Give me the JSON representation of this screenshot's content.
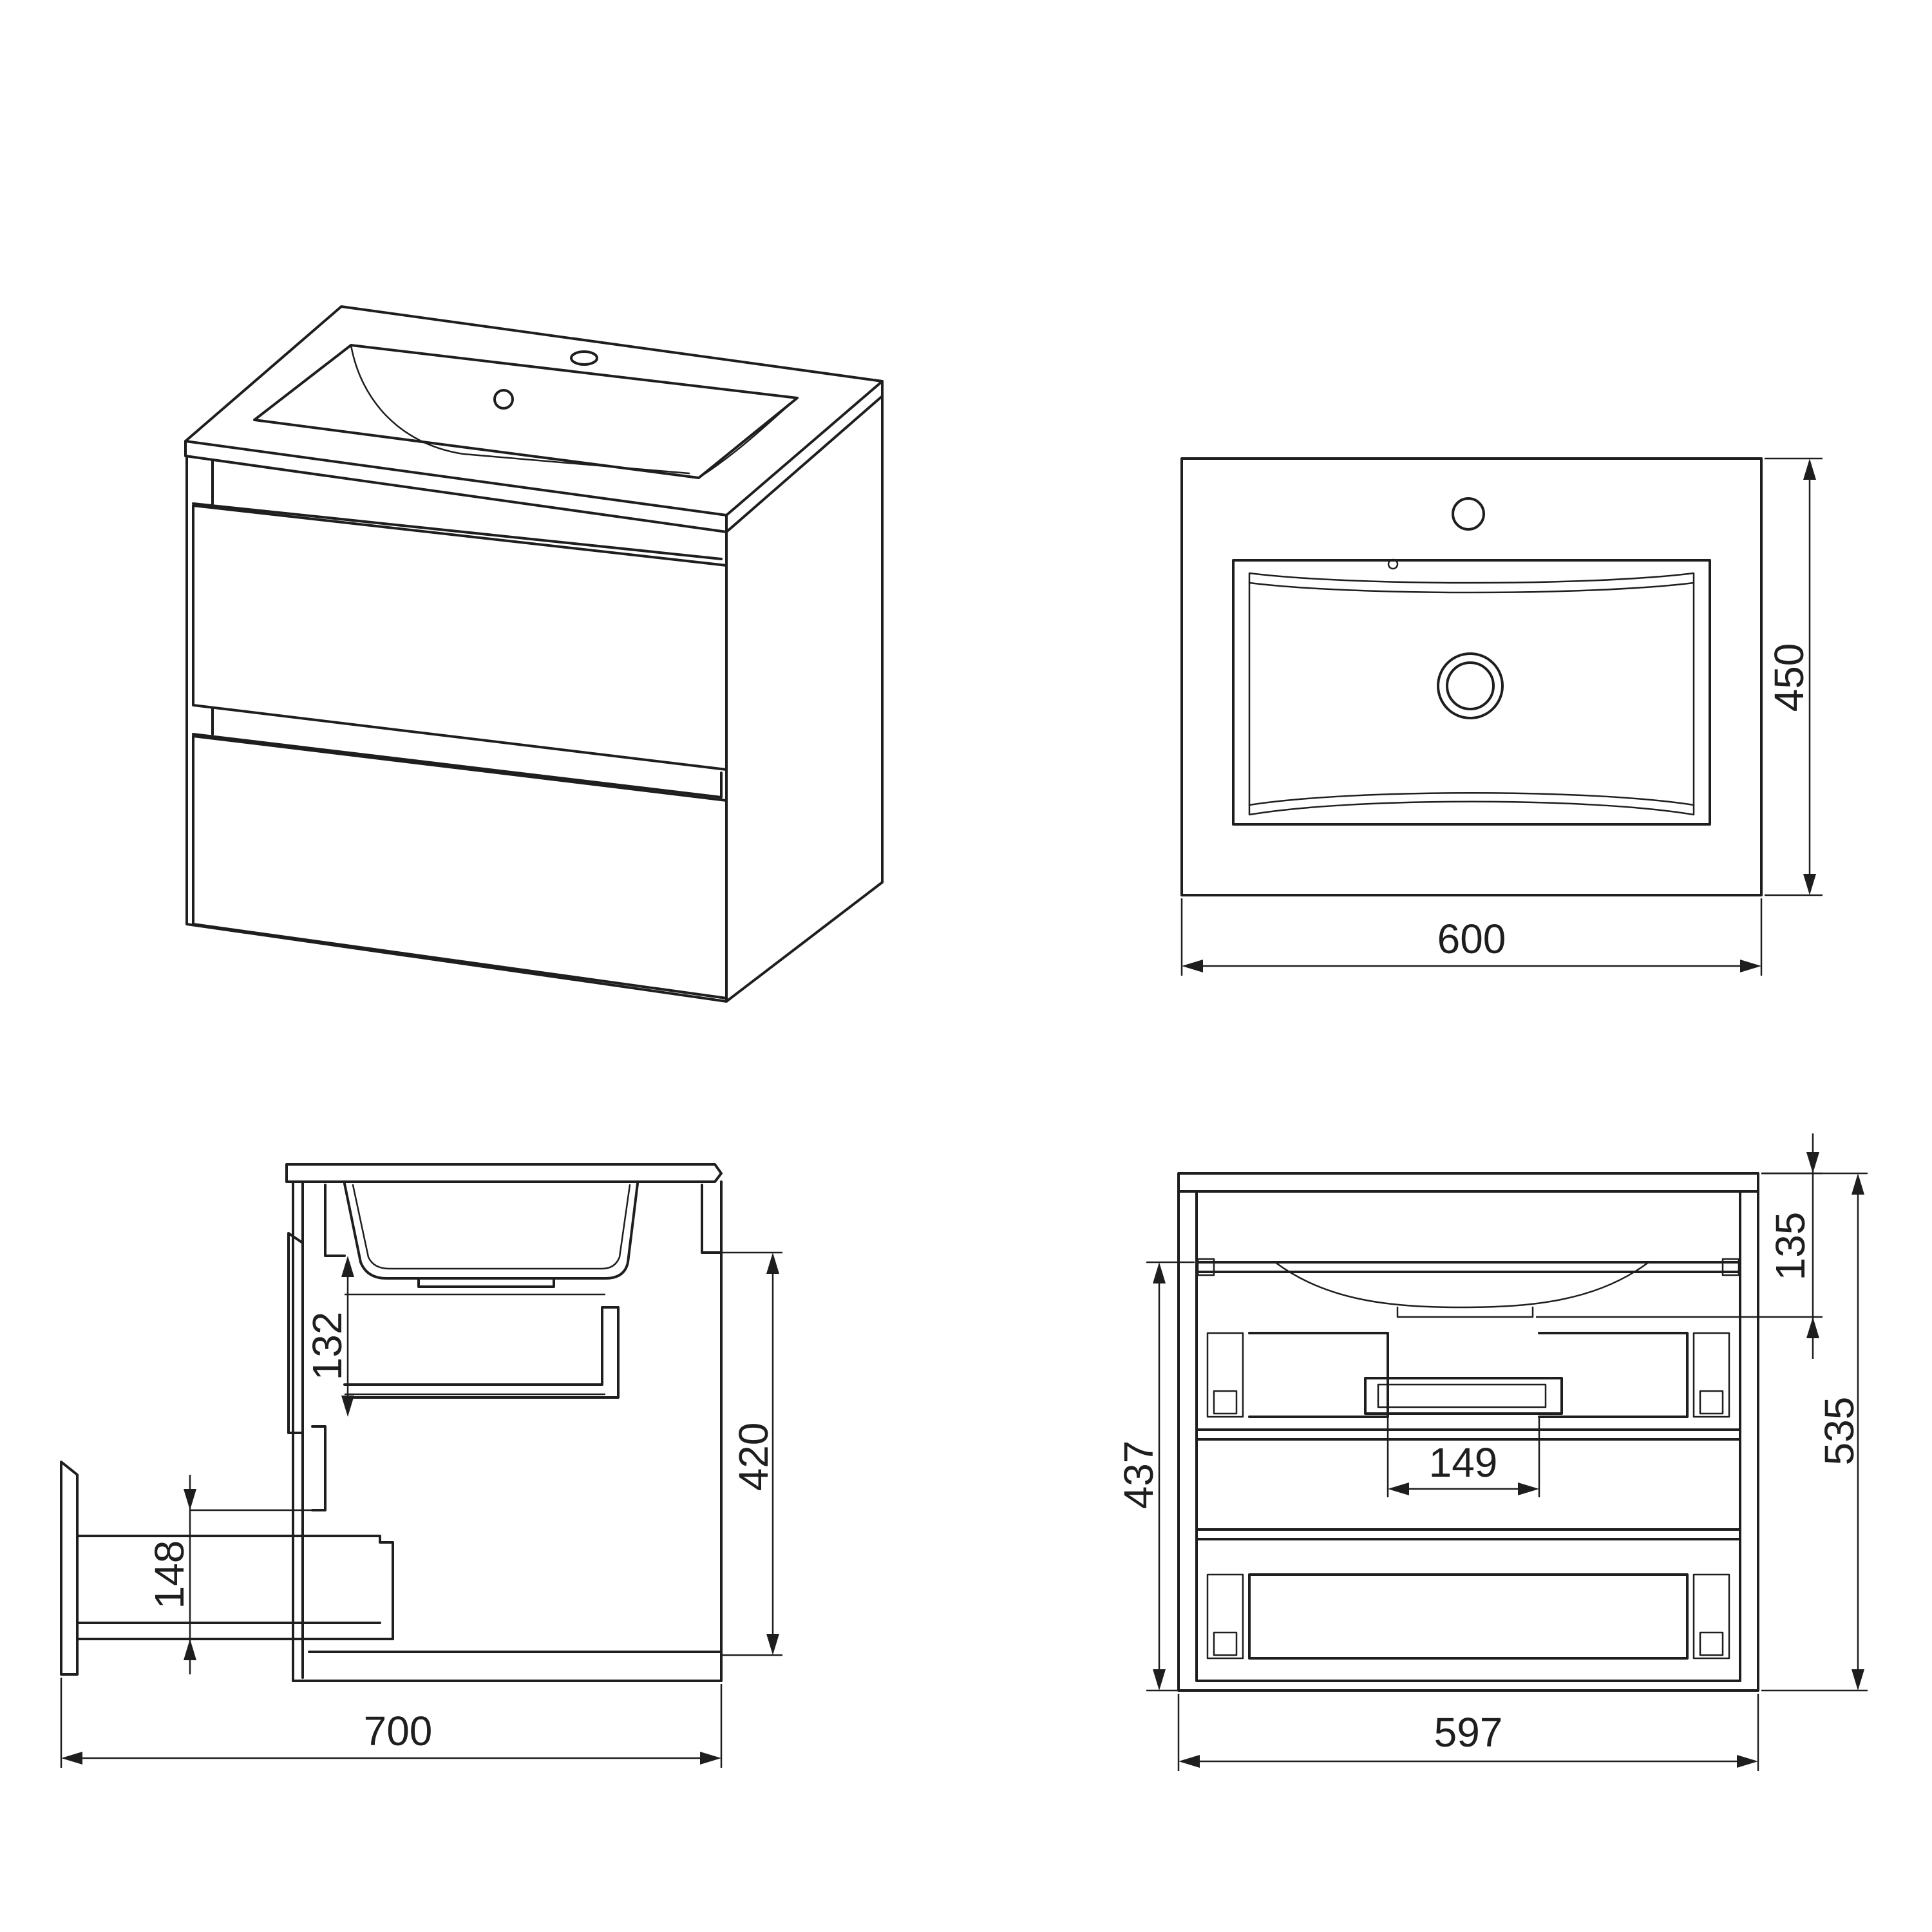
{
  "dimensions": {
    "top_width": "600",
    "top_depth": "450",
    "side_depth": "700",
    "side_height": "420",
    "side_drawer_gap": "132",
    "side_drawer_front": "148",
    "front_width": "597",
    "front_total_height": "535",
    "front_cabinet_height": "437",
    "front_basin_depth": "135",
    "front_handle_width": "149"
  },
  "colors": {
    "line": "#1e1e1e",
    "background": "#ffffff"
  }
}
